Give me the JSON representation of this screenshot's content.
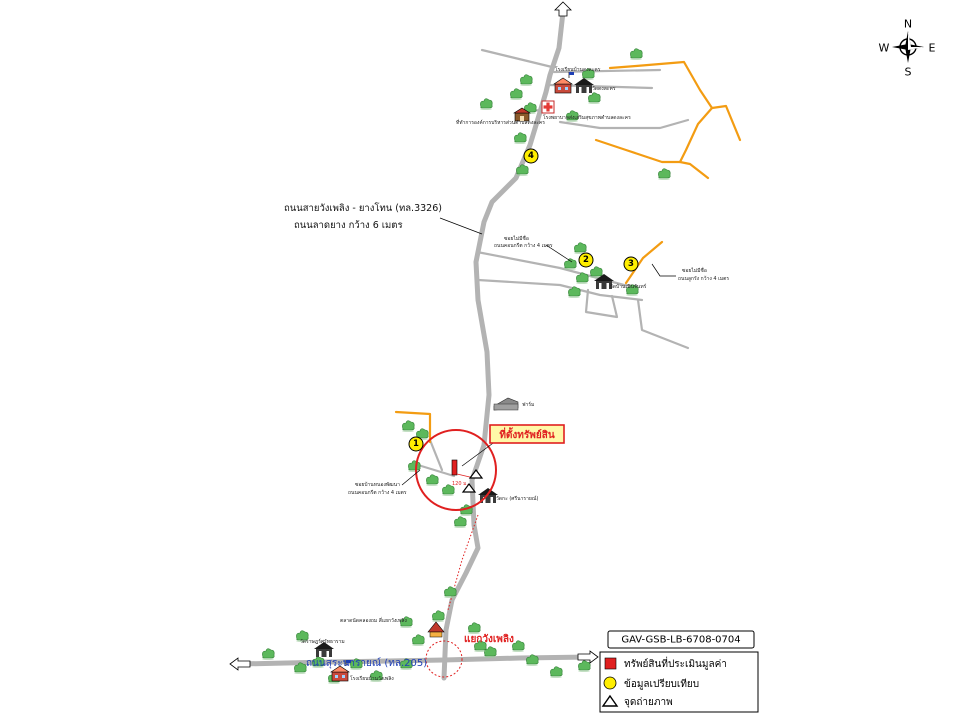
{
  "compass": {
    "n": "N",
    "s": "S",
    "e": "E",
    "w": "W"
  },
  "code_box": "GAV-GSB-LB-6708-0704",
  "legend": {
    "subject": "ทรัพย์สินที่ประเมินมูลค่า",
    "compare": "ข้อมูลเปรียบเทียบ",
    "photo": "จุดถ่ายภาพ"
  },
  "subject_label": "ที่ตั้งทรัพย์สิน",
  "distance_label": "120 ม.",
  "road_main_line1": "ถนนสายวังเพลิง - ยางโทน (ทล.3326)",
  "road_main_line2": "ถนนลาดยาง กว้าง 6 เมตร",
  "road_south_label": "ถนนสุระนารายณ์ (ทล.205)",
  "junction_label": "แยกวังเพลิง",
  "compare_numbers": [
    "1",
    "2",
    "3",
    "4"
  ],
  "labels": {
    "north_arrow_road": "",
    "school_top": "โรงเรียนบ้านดงละคร",
    "temple_top": "วัดดงละคร",
    "hospital": "โรงพยาบาลส่งเสริมสุขภาพตำบลดงละคร",
    "sao_office": "ที่ทำการองค์การบริหารส่วนตำบลดงละคร",
    "soi_cmp2_1": "ซอยไม่มีชื่อ",
    "soi_cmp2_2": "ถนนคอนกรีต กว้าง 4 เมตร",
    "soi_cmp3_1": "ซอยไม่มีชื่อ",
    "soi_cmp3_2": "ถนนลูกรัง กว้าง 4 เมตร",
    "temple_mid": "วัดบ้านเนินจันทร์",
    "farm": "ฟาร์ม",
    "soi_cmp1_1": "ซอยบ้านหนองพัฒนา",
    "soi_cmp1_2": "ถนนคอนกรีต กว้าง 4 เมตร",
    "temple_near": "วัดกะ (ศรีนารายณ์)",
    "dotted_road": "",
    "market": "ตลาดนัดคลองถม สี่แยกวังเพลิง",
    "temple_south": "วัดราษฎร์ศรัทธาราม",
    "school_south": "โรงเรียนบ้านวังเพลิง",
    "west_arrow": "",
    "east_arrow": ""
  },
  "colors": {
    "road": "#b3b3b3",
    "trail": "#f39c12",
    "subject_circle": "#e02020",
    "compare_fill": "#ffee00",
    "tree": "#5cb85c",
    "label_blue": "#1f3fb5"
  }
}
